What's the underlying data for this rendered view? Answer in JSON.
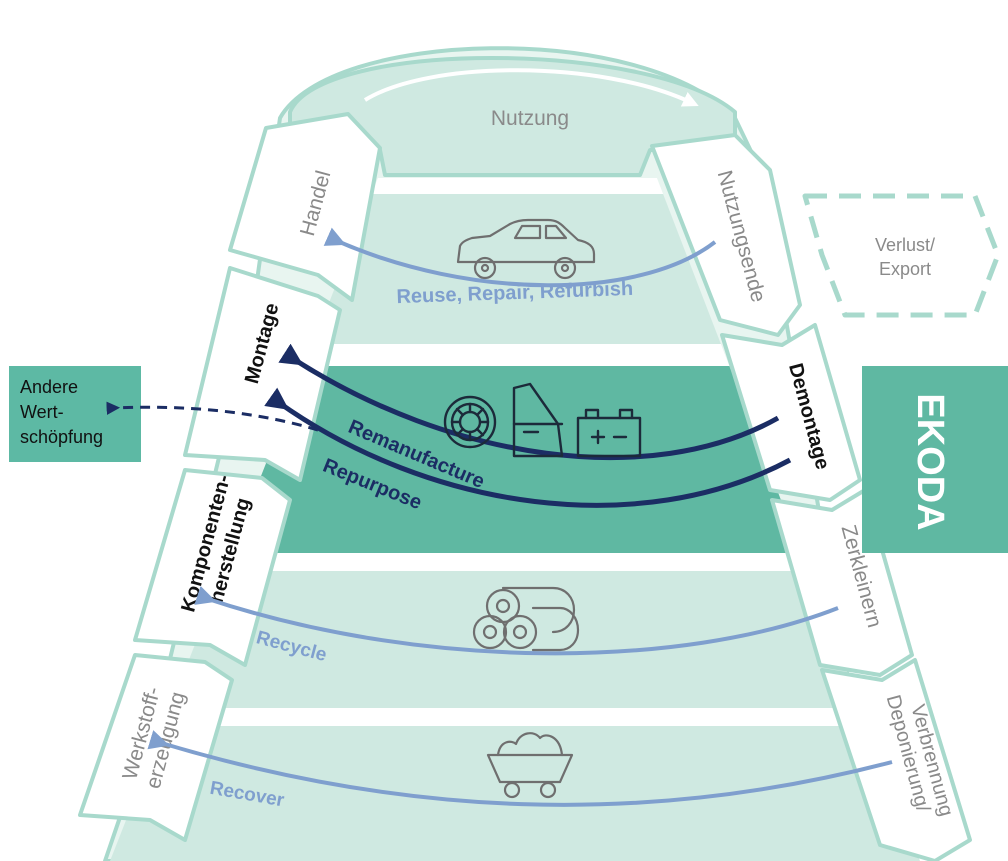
{
  "colors": {
    "light_band": "#cfe9e1",
    "mid_band": "#b9e0d5",
    "dark_band": "#5fb8a2",
    "teal_box": "#5db9a4",
    "outline": "#a8d9cc",
    "arrow_light": "#7f9fce",
    "arrow_dark": "#1b2d64",
    "arrow_white": "#ffffff"
  },
  "top": {
    "label": "Nutzung"
  },
  "left_stages": [
    {
      "id": "handel",
      "label": "Handel",
      "emphasis": false
    },
    {
      "id": "montage",
      "label": "Montage",
      "emphasis": true
    },
    {
      "id": "komponentenherstellung",
      "label_line1": "Komponenten-",
      "label_line2": "herstellung",
      "emphasis": true
    },
    {
      "id": "werkstofferzeugung",
      "label_line1": "Werkstoff-",
      "label_line2": "erzeugung",
      "emphasis": false
    }
  ],
  "right_stages": [
    {
      "id": "nutzungsende",
      "label": "Nutzungsende",
      "emphasis": false
    },
    {
      "id": "demontage",
      "label": "Demontage",
      "emphasis": true
    },
    {
      "id": "zerkleinern",
      "label": "Zerkleinern",
      "emphasis": false
    },
    {
      "id": "deponierung",
      "label_line1": "Deponierung/",
      "label_line2": "Verbrennung",
      "emphasis": false
    }
  ],
  "loops": [
    {
      "id": "reuse",
      "label": "Reuse, Repair, Refurbish",
      "icon": "car-icon"
    },
    {
      "id": "remanufacture",
      "label": "Remanufacture",
      "icon": "wheel-door-battery-icons"
    },
    {
      "id": "repurpose",
      "label": "Repurpose"
    },
    {
      "id": "recycle",
      "label": "Recycle",
      "icon": "material-rolls-icon"
    },
    {
      "id": "recover",
      "label": "Recover",
      "icon": "mine-cart-icon"
    }
  ],
  "side_boxes": {
    "andere": {
      "line1": "Andere",
      "line2": "Wert-",
      "line3": "schöpfung"
    },
    "verlust": {
      "line1": "Verlust/",
      "line2": "Export"
    },
    "ekoda": {
      "label": "EKODA"
    }
  }
}
